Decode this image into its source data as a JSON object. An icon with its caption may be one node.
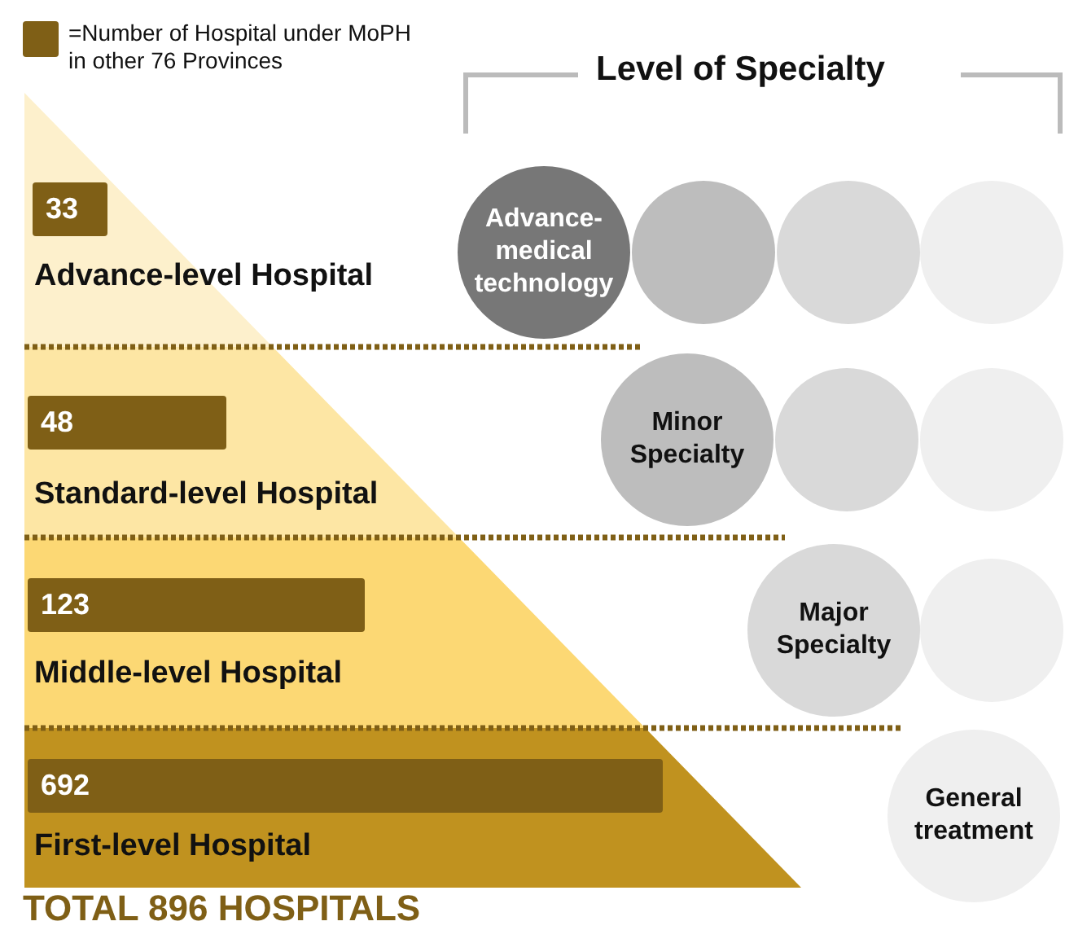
{
  "diagram": {
    "caption": "TOTAL 896 HOSPITALS",
    "nodes": [
      {
        "text": [
          "Advance-level Hospital"
        ]
      },
      {
        "text": [
          "33"
        ],
        "in": 0
      },
      {
        "text": [
          "Standard-level Hospital"
        ]
      },
      {
        "text": [
          "48"
        ],
        "in": 2
      },
      {
        "text": [
          "Middle-level Hospital"
        ]
      },
      {
        "text": [
          "123"
        ],
        "in": 4
      },
      {
        "text": [
          "First-level Hospital"
        ]
      },
      {
        "text": [
          "692"
        ],
        "in": 6
      },
      {
        "text": [
          "Advance-medical technology"
        ]
      },
      {
        "text": [],
        "shape": "circle"
      },
      {
        "text": [],
        "shape": "circle"
      },
      {
        "text": [],
        "shape": "circle"
      },
      {
        "text": [
          "Minor Specialty"
        ]
      },
      {
        "text": [],
        "shape": "circle"
      },
      {
        "text": [],
        "shape": "circle"
      },
      {
        "text": [
          "Major Specialty"
        ]
      },
      {
        "text": [],
        "shape": "circle"
      },
      {
        "text": [
          "General treatment"
        ]
      }
    ],
    "labels": [
      "Level of Specialty"
    ],
    "legend": [
      {
        "text": "=Number of Hospital under MoPH in other 76 Provinces",
        "color": "#7f5f16"
      }
    ]
  }
}
